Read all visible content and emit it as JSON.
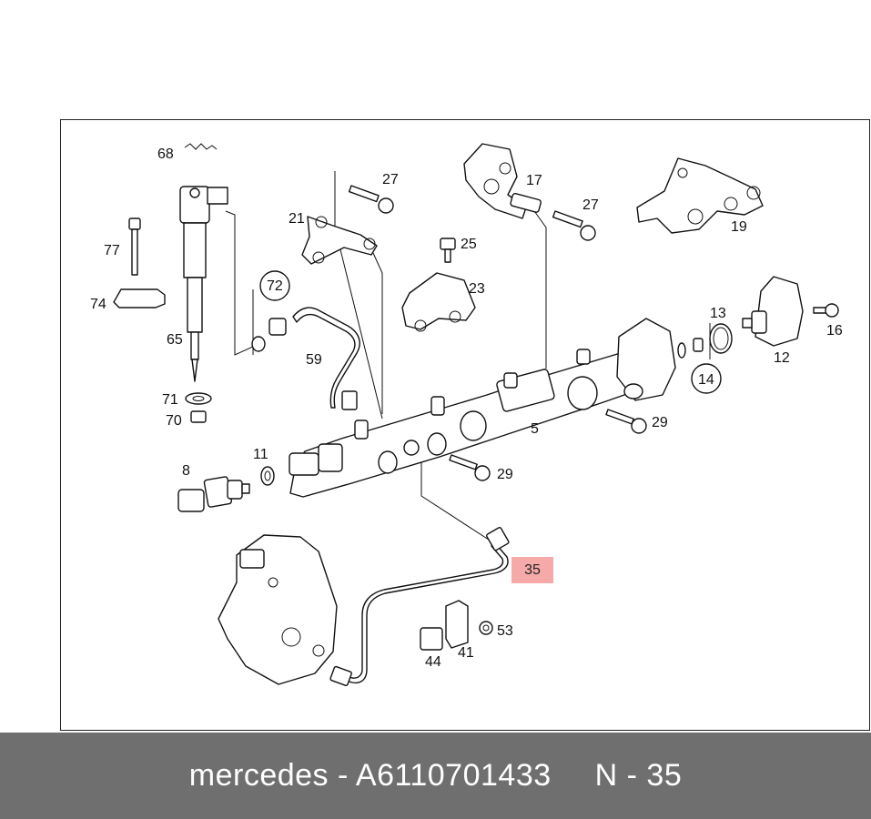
{
  "diagram": {
    "labels": {
      "p68": "68",
      "p77": "77",
      "p74": "74",
      "p65": "65",
      "p71": "71",
      "p70": "70",
      "p72": "72",
      "p21": "21",
      "p27a": "27",
      "p59": "59",
      "p25": "25",
      "p23": "23",
      "p17": "17",
      "p27b": "27",
      "p19": "19",
      "p13": "13",
      "p16": "16",
      "p12": "12",
      "p14": "14",
      "p29a": "29",
      "p5": "5",
      "p8": "8",
      "p11": "11",
      "p29b": "29",
      "p53": "53",
      "p44": "44",
      "p41": "41"
    },
    "highlighted_part": "35"
  },
  "footer": {
    "brand": "mercedes - A6110701433",
    "page": "N - 35"
  }
}
